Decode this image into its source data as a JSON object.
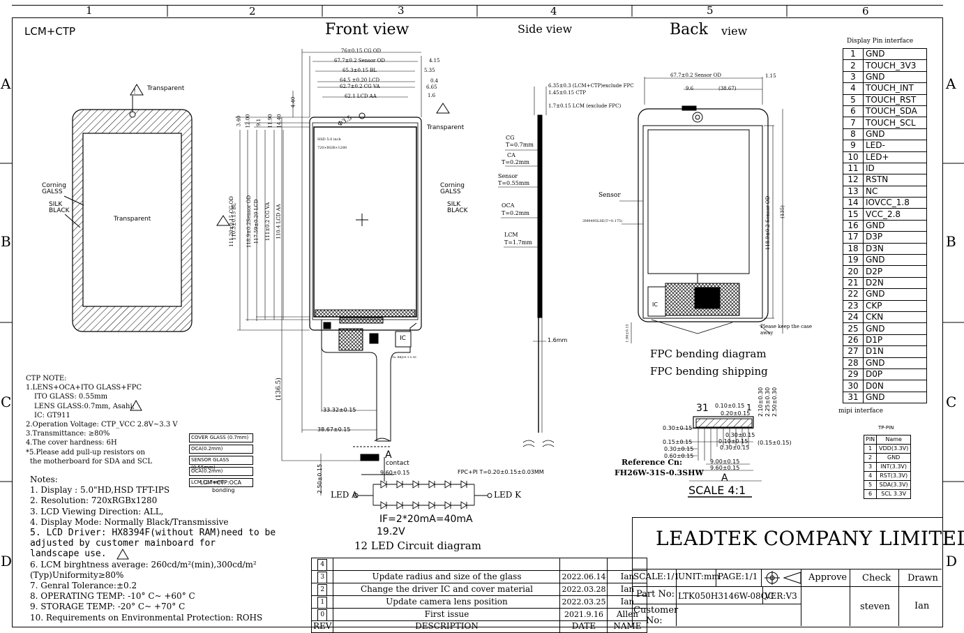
{
  "grid": {
    "cols": [
      "1",
      "2",
      "3",
      "4",
      "5",
      "6"
    ],
    "rows": [
      "A",
      "B",
      "C",
      "D"
    ]
  },
  "views": {
    "lcm_ctp": "LCM+CTP",
    "front": "Front view",
    "side": "Side view",
    "back": "Back",
    "back_suffix": "view"
  },
  "left_panel": {
    "transparent_top": "Transparent",
    "corning_glass": [
      "Corning",
      "GALSS"
    ],
    "silk_black": [
      "SILK",
      "BLACK"
    ],
    "transparent_center": "Transparent"
  },
  "front_view": {
    "dims_top": [
      "76±0.15 CG OD",
      "67.7±0.2 Sensor OD",
      "65.3±0.15 BL",
      "64.5 ±0.20 LCD",
      "62.7±0.2 CG VA",
      "62.1 LCD AA"
    ],
    "dims_right": [
      "4.15",
      "5.35",
      "0.4",
      "6.65",
      "1.6"
    ],
    "dims_left": [
      "111.20±0.15 CG OD",
      "110.3±0.15 BL",
      "118.9±0.2Sensor OD",
      "117.59±0.20 LCD",
      "111±0.2 CG VA",
      "110.4 LCD AA"
    ],
    "dims_left_small": [
      "3.40",
      "12.00",
      "9.1",
      "11.90",
      "14.40",
      "4.40"
    ],
    "hole": "Φ3.5",
    "lcd_info": [
      "HSD 5.0 inch",
      "720×RGB×1280"
    ],
    "transparent": "Transparent",
    "corning_glass": [
      "Corning",
      "GALSS"
    ],
    "silk_black": [
      "SILK",
      "BLACK"
    ],
    "ic": "IC",
    "fpc_note": "Tx: RBJ5S-1-0.5S",
    "dim_136": "(136.5)",
    "dim_33": "33.32±0.15",
    "dim_38": "38.67±0.15",
    "detail_a": "A",
    "contact": "contact",
    "dim_960": "9.60±0.15",
    "dim_250": "2.50±0.15",
    "fpc_pi": "FPC+PI T=0.20±0.15±0.03MM",
    "led_a": "LED A",
    "led_k": "LED K",
    "if": "IF=2*20mA=40mA",
    "vf": "19.2V",
    "led_circuit": "12 LED Circuit diagram"
  },
  "side_view": {
    "dims": [
      "6.35±0.3 (LCM+CTP)exclude FPC",
      "1.45±0.15 CTP",
      "1.7±0.15  LCM (exclude FPC)"
    ],
    "layers": [
      {
        "name": "CG",
        "t": "T=0.7mm"
      },
      {
        "name": "CA",
        "t": "T=0.2mm"
      },
      {
        "name": "Sensor",
        "t": "T=0.55mm"
      },
      {
        "name": "OCA",
        "t": "T=0.2mm"
      },
      {
        "name": "LCM",
        "t": "T=1.7mm"
      }
    ],
    "fpc_thick": "1.6mm"
  },
  "back_view": {
    "dim_sensor": "67.7±0.2 Sensor OD",
    "dim_115": "1.15",
    "dim_96": "9.6",
    "dim_3867": "(38.67)",
    "dim_height": "118.9±0.2 Sensor OD",
    "dim_135": "(135)",
    "sensor": "Sensor",
    "tape": "3M9495LSE(T=0.175)",
    "ic": "IC",
    "keep": [
      "Please keep the case",
      "away"
    ],
    "dim_196": "1.96±0.15",
    "fpc_bending": "FPC bending diagram",
    "fpc_shipping": "FPC bending shipping"
  },
  "connector": {
    "pin_31": "31",
    "pin_1": "1",
    "dims": [
      "0.10±0.15",
      "0.20±0.15",
      "0.30±0.15",
      "0.15±0.15",
      "0.30±0.15",
      "0.60±0.15",
      "0.30±0.15",
      "0.10±0.15",
      "0.30±0.15",
      "9.00±0.15",
      "9.60±0.15",
      "(0.15±0.15)",
      "2.10±0.30",
      "2.25±0.30",
      "2.50±0.30"
    ],
    "ref": "Reference Cn:",
    "ref_part": "FH26W-31S-0.3SHW",
    "detail": "A",
    "scale": "SCALE 4:1"
  },
  "ctp_notes": {
    "title": "CTP NOTE:",
    "lines": [
      "1.LENS+OCA+ITO GLASS+FPC",
      "ITO GLASS: 0.55mm",
      "LENS GLASS:0.7mm, Asahi;",
      "IC: GT911",
      "2.Operation Voltage: CTP_VCC 2.8V~3.3 V",
      "3.Transmittance: ≥80%",
      "4.The cover hardness: 6H",
      "*5.Please add pull-up resistors on",
      "the motherboard for SDA and SCL"
    ]
  },
  "stack": {
    "layers": [
      "COVER GLASS (0.7mm)",
      "OCA(0.2mm)",
      "SENSOR GLASS (0.55mm)",
      "OCA(0.2mm)",
      "LCM (1.7mm)"
    ],
    "caption": [
      "LCM+CTP:OCA",
      "bonding"
    ]
  },
  "notes": {
    "title": "Notes:",
    "lines": [
      "1. Display : 5.0\"HD,HSD TFT-IPS",
      "2. Resolution: 720xRGBx1280",
      "3. LCD Viewing Direction: ALL,",
      "4. Display Mode: Normally Black/Transmissive",
      "5. LCD Driver: HX8394F(without RAM)need to be",
      "adjusted by customer mainboard for",
      "landscape use.",
      "6. LCM birghtness average: 260cd/m²(min),300cd/m²",
      "(Typ)Uniformity≥80%",
      "7. Genral Tolerance:±0.2",
      "8. OPERATING TEMP: -10° C~ +60° C",
      "9. STORAGE TEMP: -20° C~ +70° C",
      "10. Requirements on Environmental Protection: ROHS"
    ]
  },
  "pin_interface": {
    "title": "Display Pin interface",
    "footer": "mipi interface",
    "pins": [
      {
        "n": "1",
        "s": "GND"
      },
      {
        "n": "2",
        "s": "TOUCH_3V3"
      },
      {
        "n": "3",
        "s": "GND"
      },
      {
        "n": "4",
        "s": "TOUCH_INT"
      },
      {
        "n": "5",
        "s": "TOUCH_RST"
      },
      {
        "n": "6",
        "s": "TOUCH_SDA"
      },
      {
        "n": "7",
        "s": "TOUCH_SCL"
      },
      {
        "n": "8",
        "s": "GND"
      },
      {
        "n": "9",
        "s": "LED-"
      },
      {
        "n": "10",
        "s": "LED+"
      },
      {
        "n": "11",
        "s": "ID"
      },
      {
        "n": "12",
        "s": "RSTN"
      },
      {
        "n": "13",
        "s": "NC"
      },
      {
        "n": "14",
        "s": "IOVCC_1.8"
      },
      {
        "n": "15",
        "s": "VCC_2.8"
      },
      {
        "n": "16",
        "s": "GND"
      },
      {
        "n": "17",
        "s": "D3P"
      },
      {
        "n": "18",
        "s": "D3N"
      },
      {
        "n": "19",
        "s": "GND"
      },
      {
        "n": "20",
        "s": "D2P"
      },
      {
        "n": "21",
        "s": "D2N"
      },
      {
        "n": "22",
        "s": "GND"
      },
      {
        "n": "23",
        "s": "CKP"
      },
      {
        "n": "24",
        "s": "CKN"
      },
      {
        "n": "25",
        "s": "GND"
      },
      {
        "n": "26",
        "s": "D1P"
      },
      {
        "n": "27",
        "s": "D1N"
      },
      {
        "n": "28",
        "s": "GND"
      },
      {
        "n": "29",
        "s": "D0P"
      },
      {
        "n": "30",
        "s": "D0N"
      },
      {
        "n": "31",
        "s": "GND"
      }
    ]
  },
  "tp_pin": {
    "title": "TP-PIN",
    "header": [
      "PIN",
      "Name"
    ],
    "rows": [
      [
        "1",
        "VDD(3.3V)"
      ],
      [
        "2",
        "GND"
      ],
      [
        "3",
        "INT(3.3V)"
      ],
      [
        "4",
        "RST(3.3V)"
      ],
      [
        "5",
        "SDA(3.3V)"
      ],
      [
        "6",
        "SCL 3.3V"
      ]
    ]
  },
  "revisions": {
    "rows": [
      {
        "rev": "4",
        "desc": "",
        "date": "",
        "name": ""
      },
      {
        "rev": "3",
        "desc": "Update radius and size of the glass",
        "date": "2022.06.14",
        "name": "Ian"
      },
      {
        "rev": "2",
        "desc": "Change the driver IC and cover material",
        "date": "2022.03.28",
        "name": "Ian"
      },
      {
        "rev": "1",
        "desc": "Update camera lens position",
        "date": "2022.03.25",
        "name": "Ian"
      },
      {
        "rev": "0",
        "desc": "First issue",
        "date": "2021.9.16",
        "name": "Allen"
      }
    ],
    "header": {
      "rev": "REV",
      "desc": "DESCRIPTION",
      "date": "DATE",
      "name": "NAME"
    }
  },
  "title_block": {
    "company": "LEADTEK COMPANY LIMITED",
    "scale": "SCALE:1/1",
    "unit": "UNIT:mm",
    "page": "PAGE:1/1",
    "approve": "Approve",
    "check": "Check",
    "drawn": "Drawn",
    "part_label": "Part No:",
    "part_no": "LTK050H3146W-08QC",
    "ver": "VER:V3",
    "customer": "Customer",
    "customer_no": "No:",
    "checker": "steven",
    "drawer": "Ian"
  }
}
